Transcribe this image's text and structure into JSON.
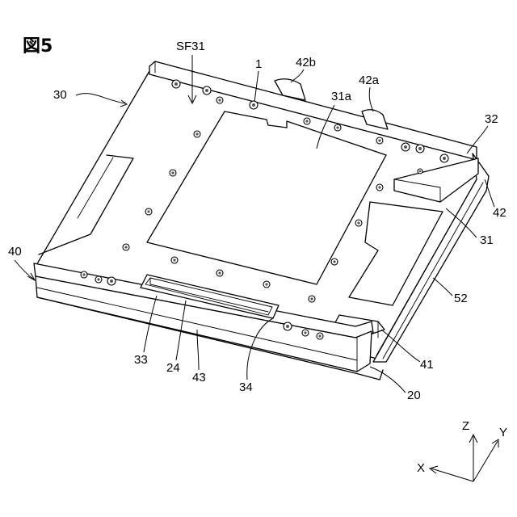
{
  "figure": {
    "title": "図5",
    "refs": {
      "r30": "30",
      "r40": "40",
      "sf31": "SF31",
      "r1": "1",
      "r42b": "42b",
      "r42a": "42a",
      "r31a": "31a",
      "r32": "32",
      "r42": "42",
      "r31": "31",
      "r52": "52",
      "r41": "41",
      "r20": "20",
      "r33": "33",
      "r24": "24",
      "r43": "43",
      "r34": "34"
    },
    "axes": {
      "z": "Z",
      "y": "Y",
      "x": "X"
    }
  }
}
